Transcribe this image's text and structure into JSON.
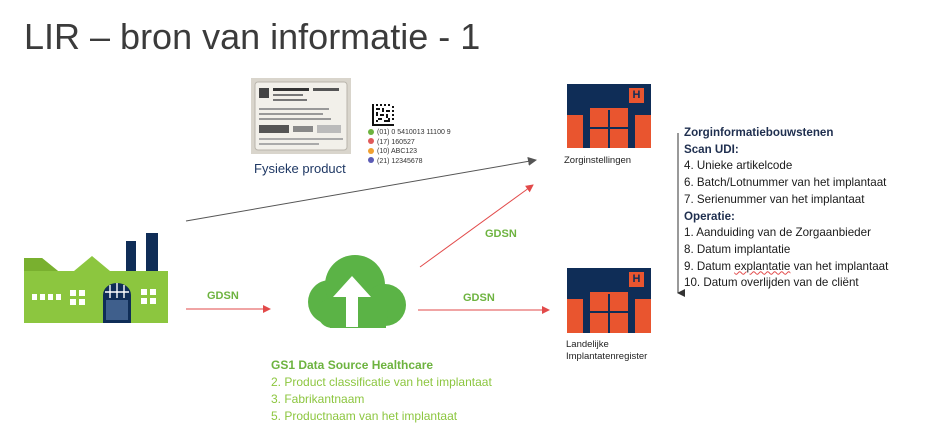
{
  "title": "LIR – bron van informatie - 1",
  "physical_product": {
    "label": "Fysieke product",
    "barcode_lines": [
      {
        "text": "(01) 0 5410013 11100 9",
        "color": "#6db33f"
      },
      {
        "text": "(17) 160527",
        "color": "#e05a5a"
      },
      {
        "text": "(10) ABC123",
        "color": "#f0a030"
      },
      {
        "text": "(21) 12345678",
        "color": "#5b5bb5"
      }
    ]
  },
  "nodes": {
    "zorginstellingen": "Zorginstellingen",
    "landelijk_line1": "Landelijke",
    "landelijk_line2": "Implantatenregister",
    "hospital_badge": "H"
  },
  "flows": {
    "gdsn_1": "GDSN",
    "gdsn_2": "GDSN",
    "gdsn_3": "GDSN"
  },
  "info": {
    "heading": "Zorginformatiebouwstenen",
    "scan_heading": "Scan UDI:",
    "scan_items": [
      "4. Unieke artikelcode",
      "6. Batch/Lotnummer van het implantaat",
      "7. Serienummer van het implantaat"
    ],
    "operatie_heading": "Operatie:",
    "operatie_items": [
      "1. Aanduiding van de Zorgaanbieder",
      "8. Datum implantatie",
      "9. Datum",
      "10. Datum overlijden van de cliënt"
    ],
    "explantatie_word": "explantatie",
    "explantatie_rest": " van het implantaat"
  },
  "gs1": {
    "heading": "GS1 Data Source Healthcare",
    "items": [
      "2. Product classificatie van het implantaat",
      "3. Fabrikantnaam",
      "5. Productnaam van het implantaat"
    ]
  },
  "colors": {
    "hospital_orange": "#e9552f",
    "hospital_navy": "#0f2d57",
    "gs1_green": "#6db33f",
    "cloud_green": "#5bb346",
    "factory_green": "#8cc63f",
    "factory_navy": "#0f2d57",
    "arrow_red": "#e24a4a",
    "arrow_gray": "#555555"
  }
}
